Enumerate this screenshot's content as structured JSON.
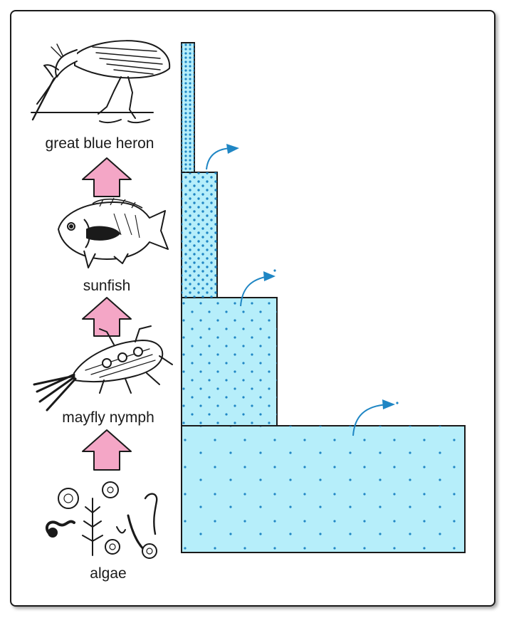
{
  "organisms": [
    {
      "label": "great blue heron",
      "icon": "heron-icon"
    },
    {
      "label": "sunfish",
      "icon": "sunfish-icon"
    },
    {
      "label": "mayfly nymph",
      "icon": "mayfly-nymph-icon"
    },
    {
      "label": "algae",
      "icon": "algae-icon"
    }
  ],
  "arrows": [
    "energy-flow-arrow",
    "energy-flow-arrow",
    "energy-flow-arrow"
  ],
  "colors": {
    "block_fill": "#b6eefa",
    "dots": "#1f86c4",
    "arrow_up": "#f4a6c6",
    "border": "#1a1a1a"
  }
}
